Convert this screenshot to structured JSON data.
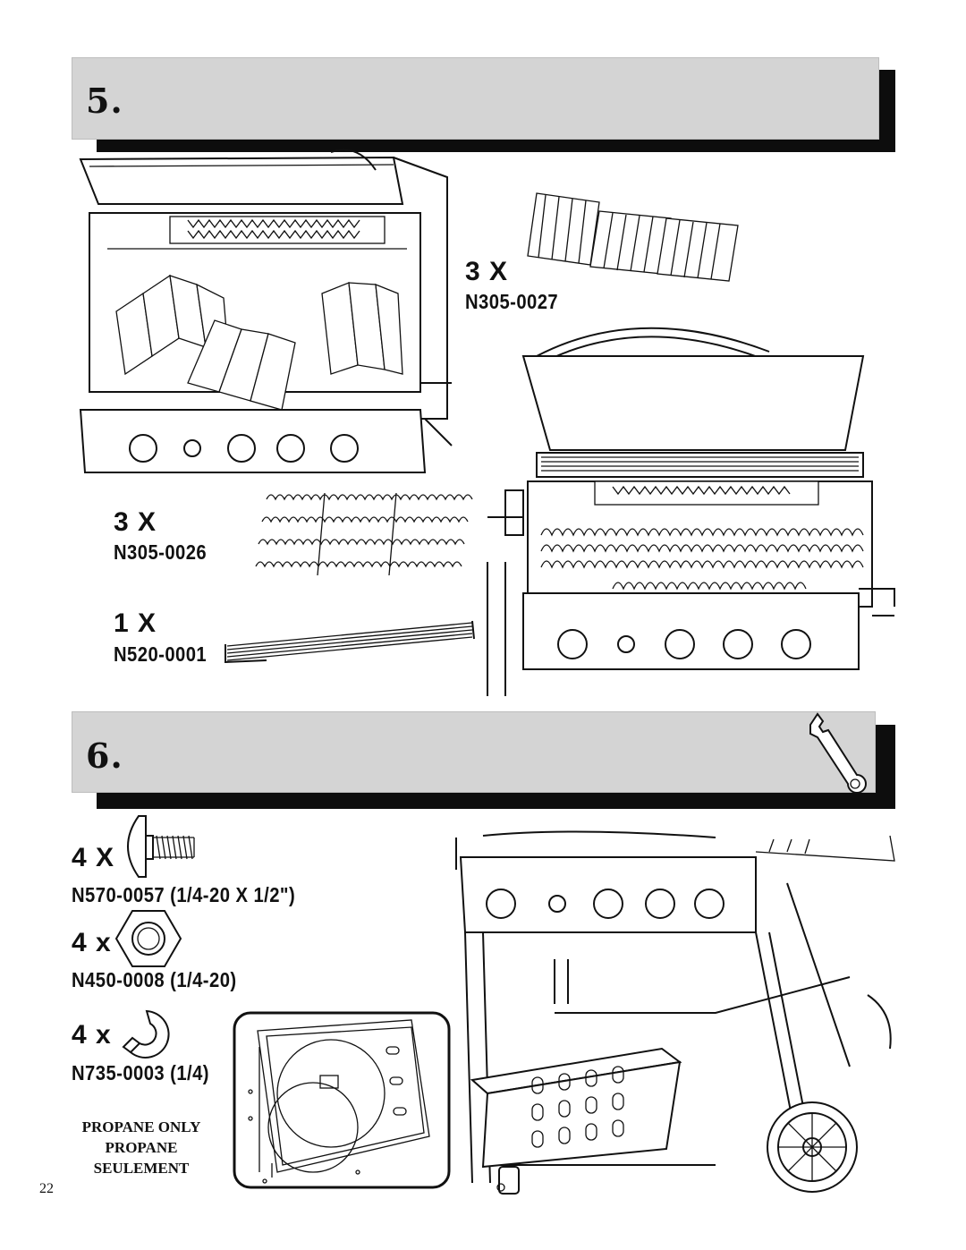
{
  "page_number": "22",
  "steps": [
    {
      "number": "5."
    },
    {
      "number": "6."
    }
  ],
  "step5": {
    "parts": [
      {
        "qty": "3 X",
        "code": "N305-0027",
        "icon": "heat-tent-icon"
      },
      {
        "qty": "3 X",
        "code": "N305-0026",
        "icon": "briquette-tray-icon"
      },
      {
        "qty": "1 X",
        "code": "N520-0001",
        "icon": "warming-rack-icon"
      }
    ]
  },
  "step6": {
    "tool_icon": "wrench-icon",
    "parts": [
      {
        "qty": "4 X",
        "code": "N570-0057 (1/4-20 X 1/2\")",
        "icon": "bolt-icon"
      },
      {
        "qty": "4 x",
        "code": "N450-0008 (1/4-20)",
        "icon": "hex-nut-icon"
      },
      {
        "qty": "4 x",
        "code": "N735-0003 (1/4)",
        "icon": "lock-washer-icon"
      }
    ],
    "note_lines": [
      "PROPANE ONLY",
      "PROPANE",
      "SEULEMENT"
    ]
  },
  "colors": {
    "bar_fill": "#d4d4d4",
    "bar_shadow": "#0d0d0d",
    "ink": "#111111"
  }
}
